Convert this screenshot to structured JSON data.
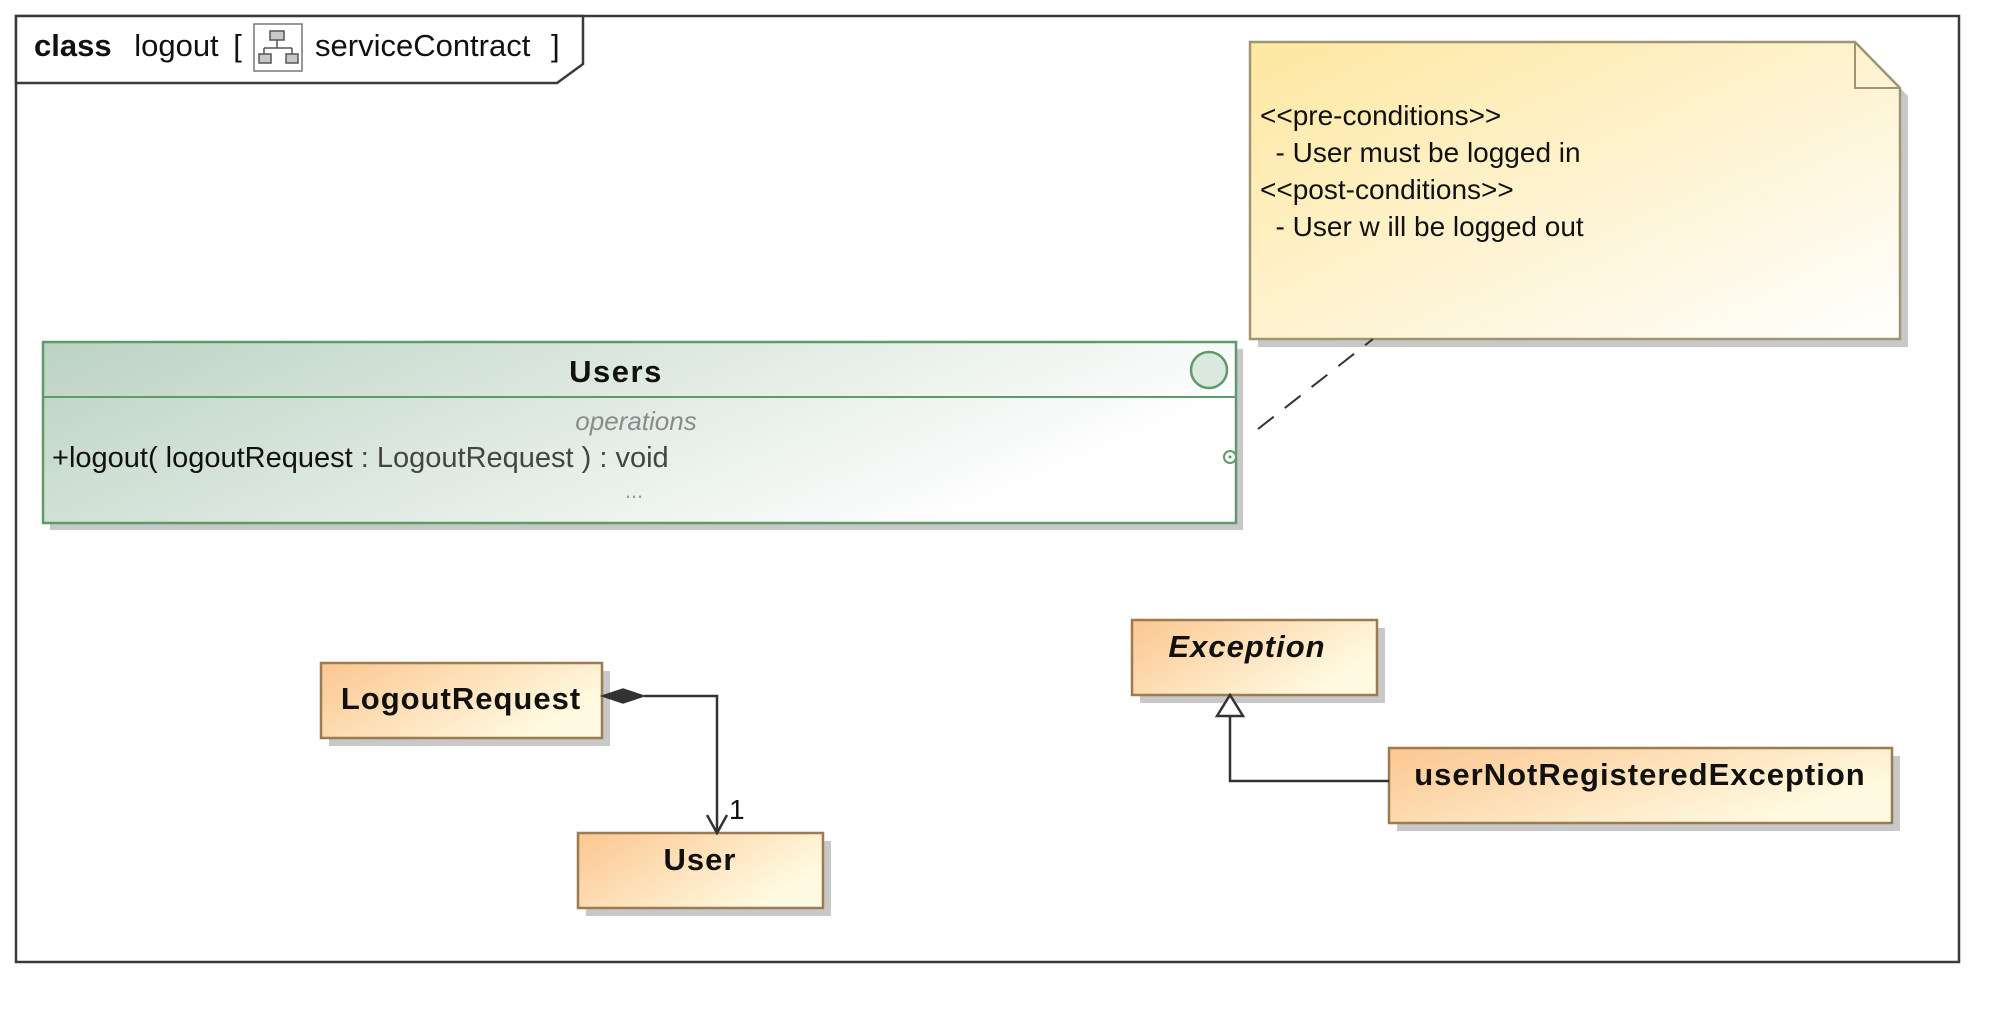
{
  "frame": {
    "kind": "class",
    "name": "logout",
    "open_bracket": "[",
    "context": "serviceContract",
    "close_bracket": "]",
    "context_icon": "package-diagram-icon"
  },
  "note": {
    "lines": [
      "<<pre-conditions>>",
      "  - User must be logged in",
      "<<post-conditions>>",
      "  - User w ill be logged out"
    ]
  },
  "users_interface": {
    "name": "Users",
    "compartment_label": "operations",
    "operation": {
      "visibility": "+",
      "name": "logout(",
      "param_name": " logoutRequest",
      "param_type": " : LogoutRequest ) : void"
    },
    "more": "..."
  },
  "classes": {
    "logout_request": "LogoutRequest",
    "user": "User",
    "exception": "Exception",
    "user_not_registered": "userNotRegisteredException"
  },
  "associations": {
    "logout_request_user_multiplicity": "1"
  },
  "colors": {
    "frame_border": "#3a3a3a",
    "interface_border": "#5f9a6b",
    "interface_fill_start": "#c9ddd0",
    "interface_fill_end": "#ffffff",
    "class_border": "#9b7b52",
    "class_fill_start": "#fcc78f",
    "class_fill_end": "#fffbe3",
    "note_border": "#9f9572",
    "note_fill_start": "#fde99e",
    "note_fill_end": "#ffffff",
    "shadow": "#c8c8c8"
  }
}
